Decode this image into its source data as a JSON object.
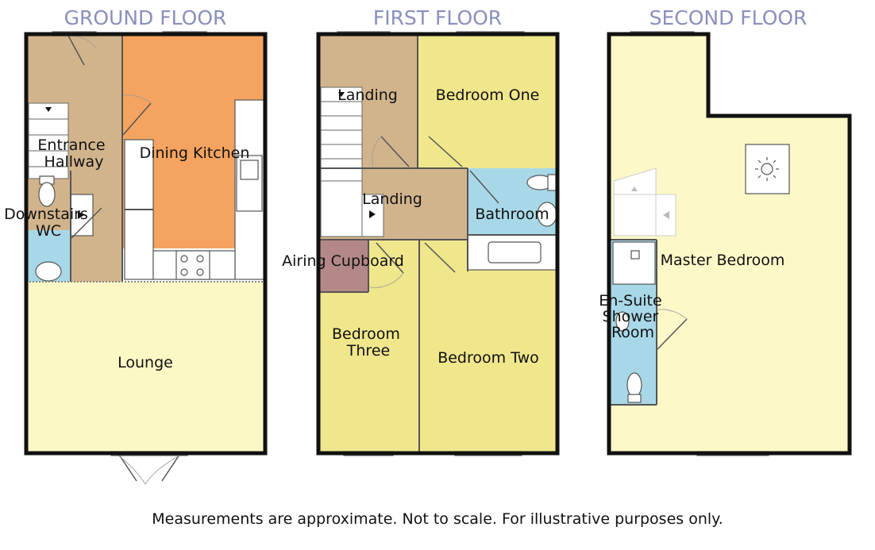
{
  "colors": {
    "hallway": "#d2b48c",
    "kitchen": "#f4a460",
    "lounge": "#fcf8c6",
    "wc": "#a8d8e8",
    "bedroom": "#f0e68c",
    "bathroom": "#a8d8e8",
    "airing": "#b48888",
    "master": "#fdf8c8",
    "title": "#8a8fbd"
  },
  "floors": {
    "ground": {
      "title": "GROUND FLOOR",
      "rooms": {
        "entrance_hallway": [
          "Entrance",
          "Hallway"
        ],
        "dining_kitchen": [
          "Dining Kitchen"
        ],
        "downstairs_wc": [
          "Downstairs",
          "WC"
        ],
        "lounge": [
          "Lounge"
        ]
      }
    },
    "first": {
      "title": "FIRST FLOOR",
      "rooms": {
        "landing_upper": [
          "Landing"
        ],
        "landing": [
          "Landing"
        ],
        "bedroom_one": [
          "Bedroom One"
        ],
        "bathroom": [
          "Bathroom"
        ],
        "airing_cupboard": [
          "Airing Cupboard"
        ],
        "bedroom_three": [
          "Bedroom",
          "Three"
        ],
        "bedroom_two": [
          "Bedroom Two"
        ]
      }
    },
    "second": {
      "title": "SECOND FLOOR",
      "rooms": {
        "master_bedroom": [
          "Master Bedroom"
        ],
        "ensuite": [
          "En-Suite",
          "Shower",
          "Room"
        ]
      }
    }
  },
  "disclaimer": "Measurements are approximate. Not to scale. For illustrative purposes only."
}
